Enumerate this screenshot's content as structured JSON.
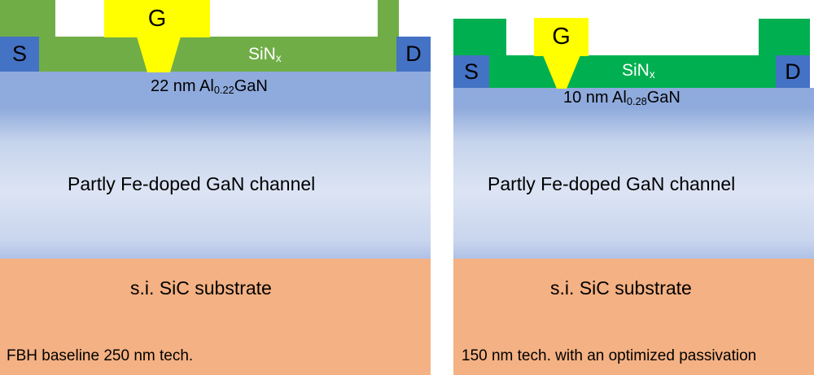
{
  "figure": {
    "type": "schematic-cross-section",
    "title": "GaN HEMT epitaxial cross-sections",
    "panel_count": 2,
    "background": "#ffffff"
  },
  "colors": {
    "passivation_left": "#70AD47",
    "passivation_right": "#00B050",
    "ohmic_contact": "#4472C4",
    "gate_metal": "#FFFF00",
    "barrier_algan": "#8FAADC",
    "channel_gan": "#C5D3EC",
    "substrate_sic": "#F4B183",
    "text_on_passivation": "#FFFFFF",
    "text_dark": "#000000"
  },
  "panels": [
    {
      "id": "left",
      "caption": "FBH baseline 250 nm tech.",
      "contacts": {
        "source": "S",
        "gate": "G",
        "drain": "D"
      },
      "layers": [
        {
          "name": "passivation",
          "label": "SiN",
          "label_sub": "x",
          "color": "#70AD47"
        },
        {
          "name": "barrier",
          "label": "22 nm Al",
          "label_sub": "0.22",
          "label_tail": "GaN",
          "thickness_nm": 22,
          "al_fraction": 0.22,
          "color": "#8FAADC"
        },
        {
          "name": "channel",
          "label": "Partly Fe-doped GaN channel",
          "color": "#C5D3EC"
        },
        {
          "name": "substrate",
          "label": "s.i. SiC substrate",
          "color": "#F4B183"
        }
      ]
    },
    {
      "id": "right",
      "caption": "150 nm tech. with an optimized passivation",
      "contacts": {
        "source": "S",
        "gate": "G",
        "drain": "D"
      },
      "layers": [
        {
          "name": "passivation",
          "label": "SiN",
          "label_sub": "x",
          "color": "#00B050"
        },
        {
          "name": "barrier",
          "label": "10 nm Al",
          "label_sub": "0.28",
          "label_tail": "GaN",
          "thickness_nm": 10,
          "al_fraction": 0.28,
          "color": "#8FAADC"
        },
        {
          "name": "channel",
          "label": "Partly Fe-doped GaN channel",
          "color": "#C5D3EC"
        },
        {
          "name": "substrate",
          "label": "s.i. SiC substrate",
          "color": "#F4B183"
        }
      ]
    }
  ],
  "text": {
    "left": {
      "sin": "SiN",
      "sin_sub": "x",
      "barrier_pre": "22 nm Al",
      "barrier_sub": "0.22",
      "barrier_post": "GaN",
      "channel": "Partly Fe-doped GaN channel",
      "substrate": "s.i. SiC substrate",
      "caption": "FBH baseline 250 nm tech.",
      "source": "S",
      "gate": "G",
      "drain": "D"
    },
    "right": {
      "sin": "SiN",
      "sin_sub": "x",
      "barrier_pre": "10 nm Al",
      "barrier_sub": "0.28",
      "barrier_post": "GaN",
      "channel": "Partly Fe-doped GaN channel",
      "substrate": "s.i. SiC substrate",
      "caption": "150 nm tech. with an optimized passivation",
      "source": "S",
      "gate": "G",
      "drain": "D"
    }
  }
}
